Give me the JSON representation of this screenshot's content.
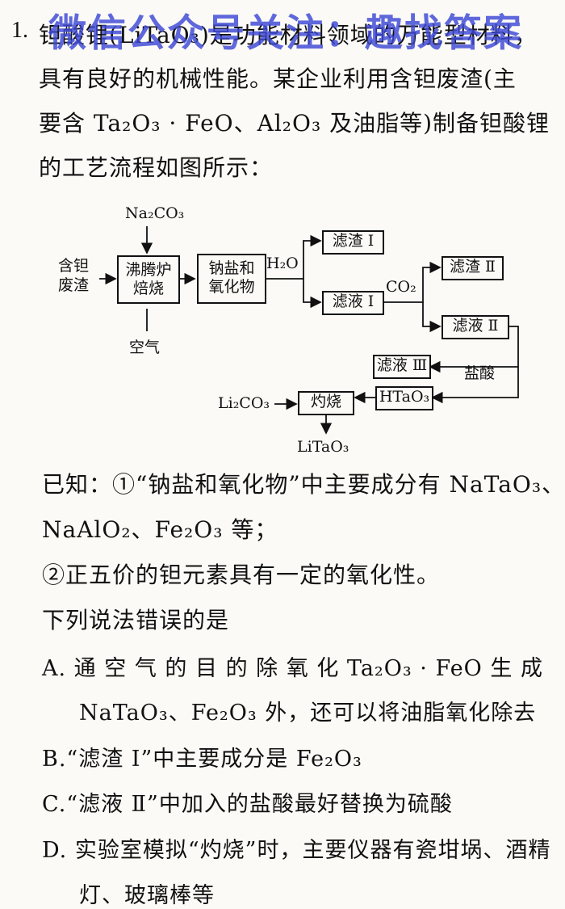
{
  "question": {
    "number": "1.",
    "watermark": "微信公众号关注：趣找答案",
    "stem_lines": [
      "钽酸锂(LiTaO₃)是功能材料领域的万能型材料，",
      "具有良好的机械性能。某企业利用含钽废渣(主",
      "要含 Ta₂O₃ · FeO、Al₂O₃ 及油脂等)制备钽酸锂",
      "的工艺流程如图所示："
    ]
  },
  "flowchart": {
    "raw": "含钽\n废渣",
    "furnace": "沸腾炉\n焙烧",
    "na2co3": "Na₂CO₃",
    "air": "空气",
    "salt": "钠盐和\n氧化物",
    "h2o": "H₂O",
    "residue1": "滤渣 Ⅰ",
    "filtrate1": "滤液 Ⅰ",
    "co2": "CO₂",
    "residue2": "滤渣 Ⅱ",
    "filtrate2": "滤液 Ⅱ",
    "hcl": "盐酸",
    "filtrate3": "滤液 Ⅲ",
    "htao3": "HTaO₃",
    "calcine": "灼烧",
    "li2co3": "Li₂CO₃",
    "product": "LiTaO₃"
  },
  "known": {
    "line1": "已知：①“钠盐和氧化物”中主要成分有 NaTaO₃、",
    "line2": "NaAlO₂、Fe₂O₃ 等；",
    "line3": "②正五价的钽元素具有一定的氧化性。"
  },
  "prompt": "下列说法错误的是",
  "options": {
    "A_line1": "A. 通 空 气 的 目 的 除 氧 化 Ta₂O₃ · FeO 生 成",
    "A_line2": "NaTaO₃、Fe₂O₃ 外，还可以将油脂氧化除去",
    "B": "B.“滤渣 Ⅰ”中主要成分是 Fe₂O₃",
    "C": "C.“滤液 Ⅱ”中加入的盐酸最好替换为硫酸",
    "D_line1": "D. 实验室模拟“灼烧”时，主要仪器有瓷坩埚、酒精",
    "D_line2": "灯、玻璃棒等"
  }
}
